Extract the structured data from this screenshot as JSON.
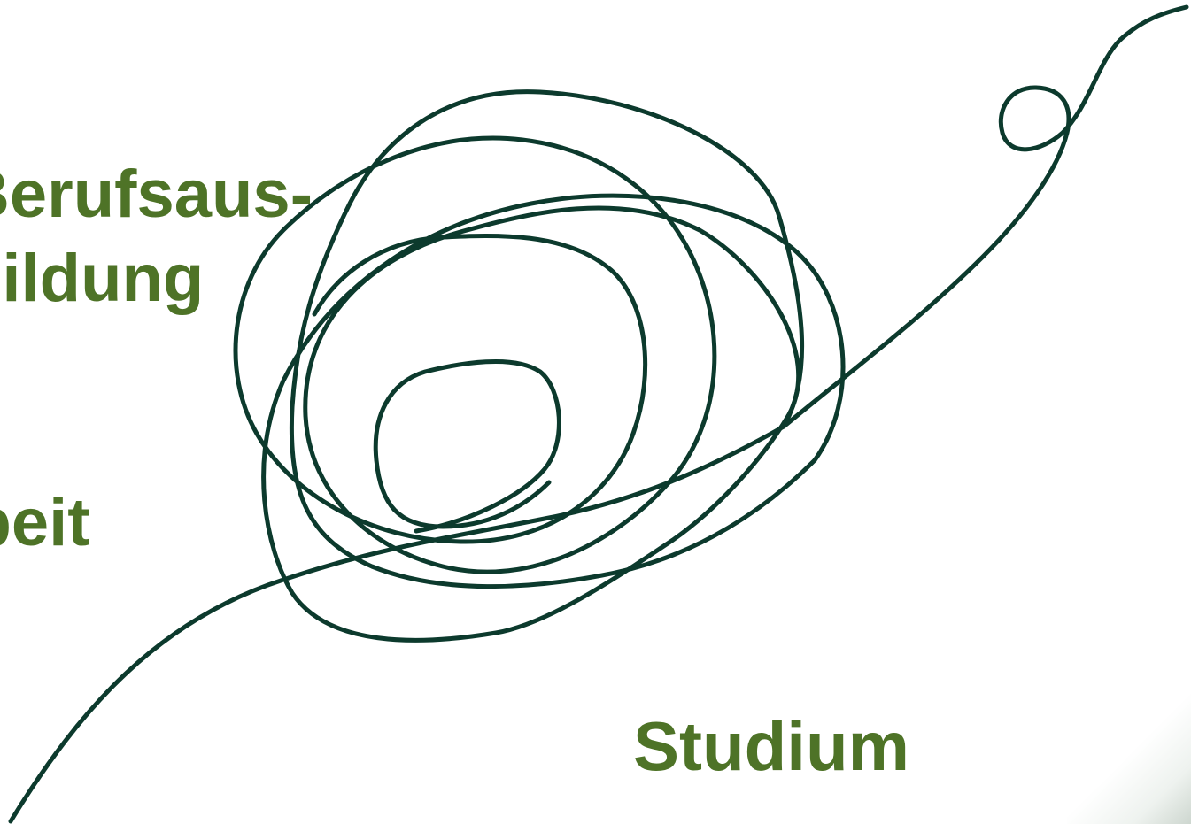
{
  "labels": {
    "ausbildung_line1": "Berufsaus-",
    "ausbildung_line2": "bildung",
    "arbeit": "Arbeit",
    "studium": "Studium"
  },
  "colors": {
    "label_text": "#4e7327",
    "scribble_stroke": "#0c3a2d",
    "background": "#ffffff"
  },
  "icons": {
    "scribble": "tangled-line-icon"
  }
}
